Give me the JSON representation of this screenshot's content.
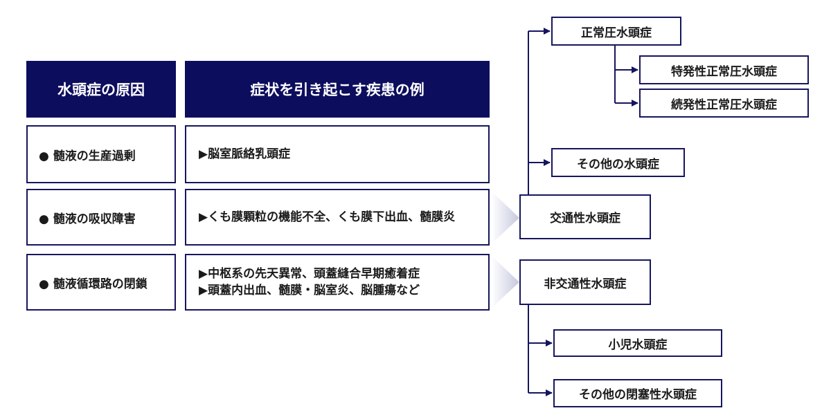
{
  "table": {
    "headers": {
      "cause": "水頭症の原因",
      "examples": "症状を引き起こす疾患の例"
    },
    "rows": [
      {
        "cause": "● 髄液の生産過剰",
        "examples": [
          "▶脳室脈絡乳頭症"
        ]
      },
      {
        "cause": "● 髄液の吸収障害",
        "examples": [
          "▶くも膜顆粒の機能不全、くも膜下出血、髄膜炎"
        ]
      },
      {
        "cause": "● 髄液循環路の閉鎖",
        "examples": [
          "▶中枢系の先天異常、頭蓋縫合早期癒着症",
          "▶頭蓋内出血、髄膜・脳室炎、脳腫瘍など"
        ]
      }
    ]
  },
  "tree": {
    "communicating": "交通性水頭症",
    "normal_pressure": "正常圧水頭症",
    "idiopathic": "特発性正常圧水頭症",
    "secondary": "続発性正常圧水頭症",
    "other_communicating": "その他の水頭症",
    "non_communicating": "非交通性水頭症",
    "pediatric": "小児水頭症",
    "other_obstructive": "その他の閉塞性水頭症"
  },
  "colors": {
    "header_bg": "#0d0d5e",
    "border": "#15155e",
    "arrow_shade": "#c5c8de"
  }
}
